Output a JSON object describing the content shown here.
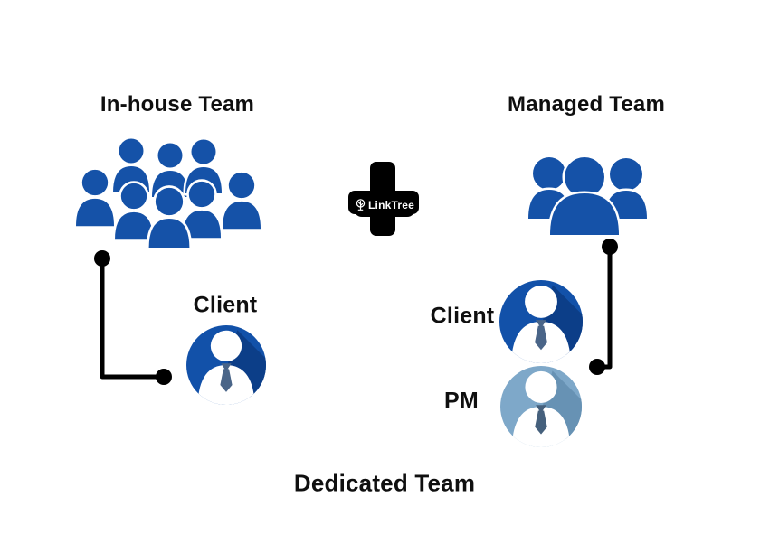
{
  "diagram": {
    "left": {
      "title": "In-house Team",
      "client_label": "Client",
      "member_count": 8
    },
    "right": {
      "title": "Managed Team",
      "client_label": "Client",
      "pm_label": "PM",
      "member_count": 3
    },
    "connector_badge": {
      "label": "LinkTree",
      "icon": "tree-icon"
    },
    "caption": "Dedicated Team"
  },
  "colors": {
    "team_blue": "#1552a8",
    "avatar_blue": "#1251a9",
    "avatar_blue_shadow": "#0c3e88",
    "pm_blue": "#7ea8c9",
    "pm_blue_shadow": "#6792b4",
    "tie_dark": "#4a6588",
    "tie_pm": "#45607c",
    "line_black": "#000000",
    "badge_bg": "#000000",
    "badge_text": "#ffffff",
    "ink": "#0f0f0f",
    "bg": "#ffffff"
  }
}
